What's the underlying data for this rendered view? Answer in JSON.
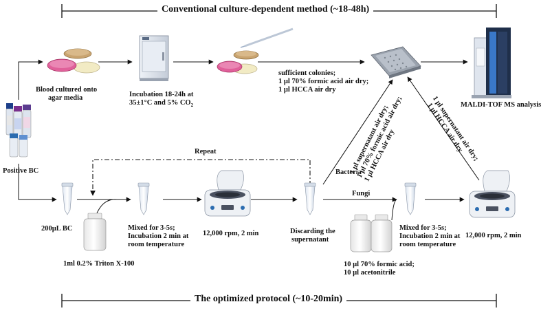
{
  "header": {
    "top_title": "Conventional culture-dependent method (~18-48h)",
    "bottom_title": "The optimized protocol (~10-20min)"
  },
  "top_row": {
    "blood_culture_label_line1": "Blood cultured onto",
    "blood_culture_label_line2": "agar media",
    "incubation_line1": "Incubation 18-24h at",
    "incubation_line2_prefix": "35±1°C and 5% CO",
    "incubation_line2_sub": "2",
    "colonies_line1": "sufficient colonies;",
    "colonies_line2": "1 µl 70% formic acid air dry;",
    "colonies_line3": "1 µl HCCA air dry",
    "maldi_label": "MALDI-TOF MS analysis"
  },
  "left": {
    "positive_bc": "Positive BC"
  },
  "bottom_row": {
    "repeat": "Repeat",
    "bc_volume": "200µL BC",
    "triton": "1ml 0.2% Triton X-100",
    "mix1_line1": "Mixed for 3-5s;",
    "mix1_line2": "Incubation 2 min at",
    "mix1_line3": "room temperature",
    "centrifuge1": "12,000 rpm, 2 min",
    "discard_line1": "Discarding the",
    "discard_line2": "supernatant",
    "bacteria": "Bacteria",
    "fungi": "Fungi",
    "formic_line1": "10 µl 70% formic acid;",
    "formic_line2": "10 µl acetonitrile",
    "mix2_line1": "Mixed for 3-5s;",
    "mix2_line2": "Incubation 2 min at",
    "mix2_line3": "room temperature",
    "centrifuge2": "12,000 rpm, 2 min"
  },
  "diagonals": {
    "bacteria_line1": "1 µl supernatant air dry;",
    "bacteria_line2": "1 µl 70% formic acid air dry;",
    "bacteria_line3": "1 µl HCCA air dry",
    "fungi_line1": "1 µl supernatant air dry;",
    "fungi_line2": "1 µl HCCA air dry"
  },
  "colors": {
    "line": "#111111",
    "pink_plate": "#e0609a",
    "yellow_plate": "#f2ebc4",
    "brown_plate": "#c9a470",
    "maldi_blue": "#3a78c8"
  },
  "icons": [
    "blood-culture-bottles-icon",
    "agar-plates-icon",
    "incubator-icon",
    "pipette-icon",
    "maldi-target-plate-icon",
    "maldi-tof-instrument-icon",
    "tube-icon",
    "reagent-bottle-icon",
    "centrifuge-icon"
  ]
}
